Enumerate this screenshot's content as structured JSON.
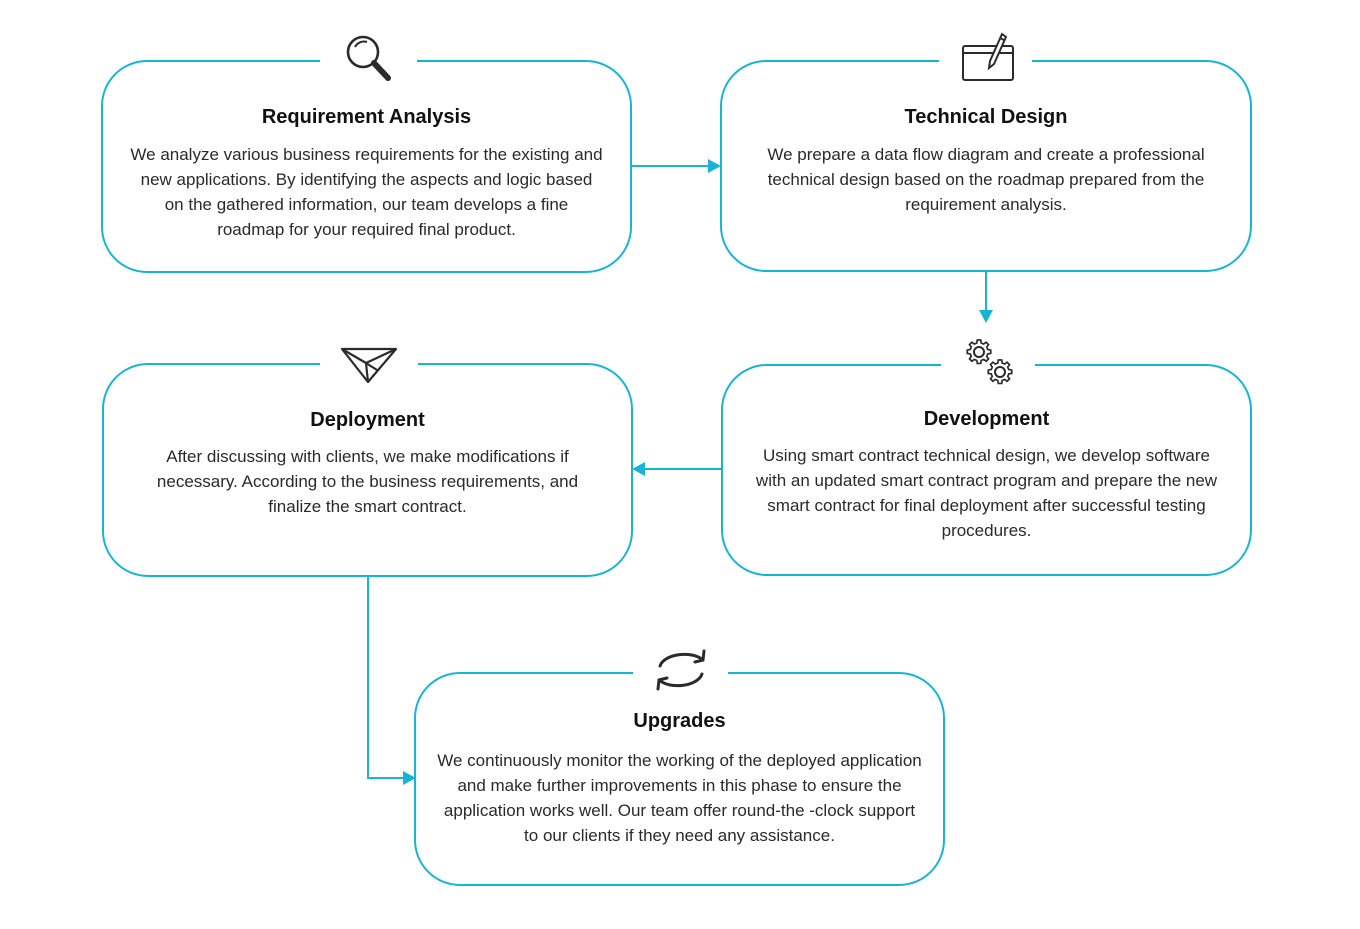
{
  "steps": [
    {
      "title": "Requirement Analysis",
      "description": "We analyze various business requirements for the existing and new applications. By identifying the aspects and logic based on the gathered information, our team develops a fine roadmap for your required final product.",
      "icon": "magnifier-icon"
    },
    {
      "title": "Technical Design",
      "description": "We prepare a data flow diagram and create a professional technical design based on the roadmap prepared from the requirement analysis.",
      "icon": "design-pen-icon"
    },
    {
      "title": "Development",
      "description": "Using smart contract technical design, we develop software with an updated smart contract program and prepare the new smart contract for final deployment after successful testing procedures.",
      "icon": "gears-icon"
    },
    {
      "title": "Deployment",
      "description": "After discussing with clients, we make modifications if necessary. According to the business requirements, and finalize the smart contract.",
      "icon": "paper-plane-icon"
    },
    {
      "title": "Upgrades",
      "description": "We continuously monitor the working of the deployed application and make further improvements in this phase to ensure the application works well. Our team offer round-the -clock support to our clients if they need any assistance.",
      "icon": "refresh-icon"
    }
  ],
  "colors": {
    "accent": "#18b4d6",
    "icon_stroke": "#2b2b2b",
    "text": "#222222"
  }
}
